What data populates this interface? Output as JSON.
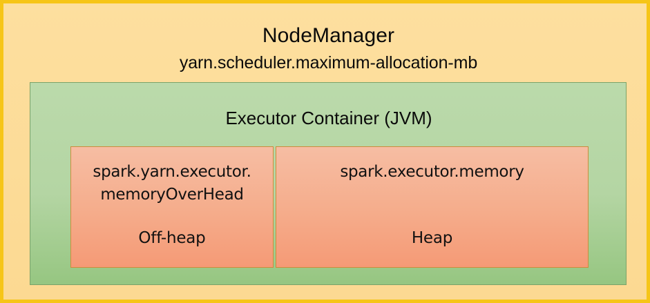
{
  "diagram": {
    "outer": {
      "title": "NodeManager",
      "subtitle": "yarn.scheduler.maximum-allocation-mb",
      "fill_color": "#FDDD9F",
      "border_color": "#F6C518"
    },
    "container": {
      "title": "Executor Container (JVM)",
      "fill_color_top": "#BBDAAB",
      "fill_color_bottom": "#96C681",
      "border_color": "#7BA369"
    },
    "memory_boxes": [
      {
        "name_line1": "spark.yarn.executor.",
        "name_line2": "memoryOverHead",
        "kind": "Off-heap",
        "fill_color_top": "#F6BDA3",
        "fill_color_bottom": "#F59A76",
        "border_color": "#CC8B3C"
      },
      {
        "name_line1": "spark.executor.memory",
        "name_line2": "",
        "kind": "Heap",
        "fill_color_top": "#F6BDA3",
        "fill_color_bottom": "#F59A76",
        "border_color": "#CC8B3C"
      }
    ]
  }
}
